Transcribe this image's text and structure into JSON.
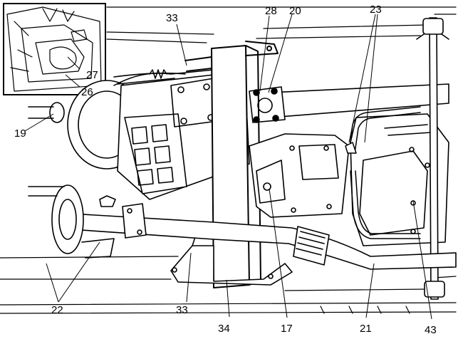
{
  "callouts": {
    "c33_top": "33",
    "c28": "28",
    "c20": "20",
    "c23": "23",
    "c19": "19",
    "c27": "27",
    "c26": "26",
    "c22": "22",
    "c33_bottom": "33",
    "c34": "34",
    "c17": "17",
    "c21": "21",
    "c43": "43"
  }
}
